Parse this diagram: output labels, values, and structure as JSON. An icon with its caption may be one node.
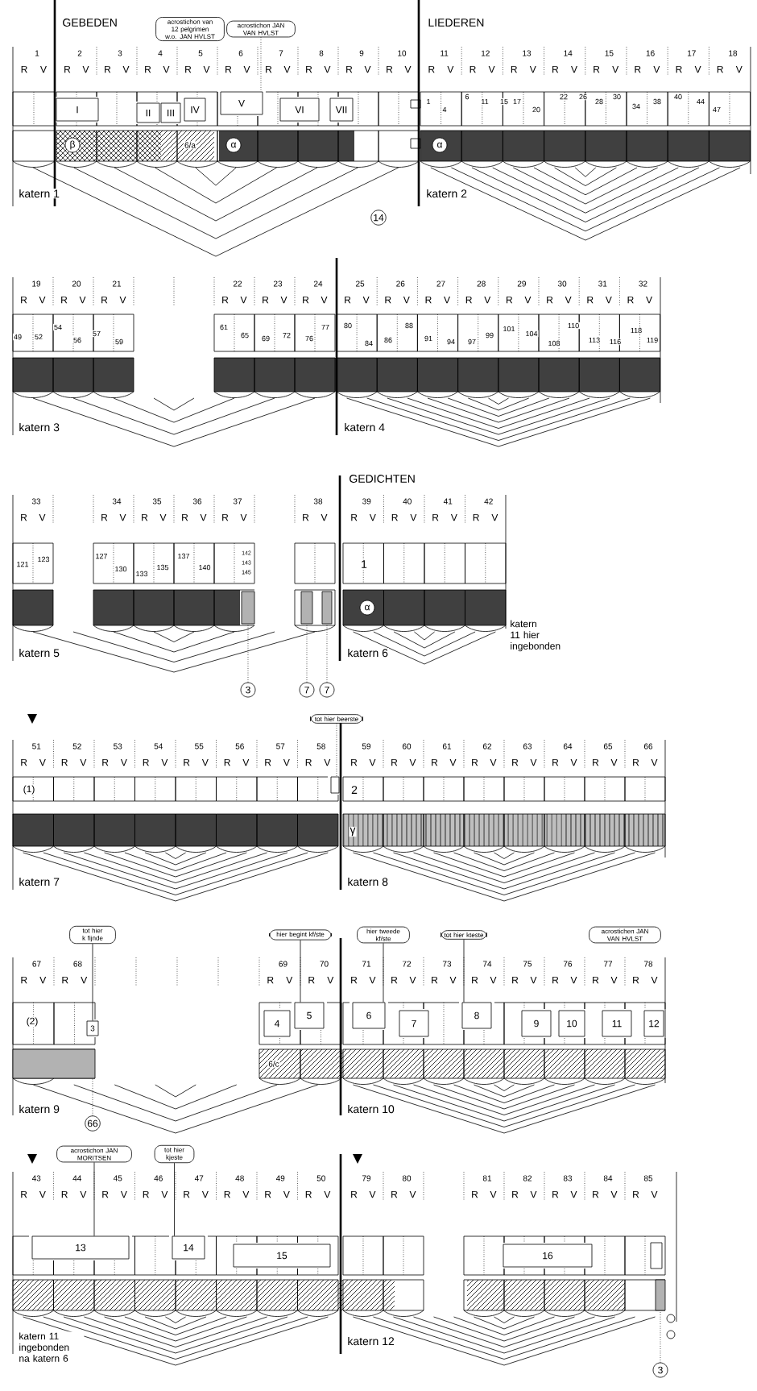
{
  "diagram": {
    "nodes": [
      {
        "text": [
          "acrostichon van 12 pelgrimen w.o. JAN HVLST"
        ]
      },
      {
        "text": [
          "acrostichon JAN VAN HVLST"
        ]
      },
      {
        "text": [
          "I"
        ]
      },
      {
        "text": [
          "II"
        ]
      },
      {
        "text": [
          "III"
        ]
      },
      {
        "text": [
          "IV"
        ]
      },
      {
        "text": [
          "V"
        ]
      },
      {
        "text": [
          "VI"
        ]
      },
      {
        "text": [
          "VII"
        ]
      },
      {
        "text": [
          "β"
        ]
      },
      {
        "text": [
          "α"
        ]
      },
      {
        "text": [
          "α"
        ]
      },
      {
        "text": [
          "14"
        ]
      },
      {
        "text": [
          "α"
        ]
      },
      {
        "text": [
          "3"
        ]
      },
      {
        "text": [
          "7"
        ]
      },
      {
        "text": [
          "7"
        ]
      },
      {
        "text": [
          "tot hier beerste"
        ]
      },
      {
        "text": [
          "tot hier k fijnde"
        ]
      },
      {
        "text": [
          "hier begint kf/ste"
        ]
      },
      {
        "text": [
          "hier tweede kf/ste"
        ]
      },
      {
        "text": [
          "tot hier kteste"
        ]
      },
      {
        "text": [
          "acrostichen JAN VAN HVLST"
        ]
      },
      {
        "text": [
          "4"
        ]
      },
      {
        "text": [
          "5"
        ]
      },
      {
        "text": [
          "6"
        ]
      },
      {
        "text": [
          "7"
        ]
      },
      {
        "text": [
          "8"
        ]
      },
      {
        "text": [
          "9"
        ]
      },
      {
        "text": [
          "10"
        ]
      },
      {
        "text": [
          "11"
        ]
      },
      {
        "text": [
          "12"
        ]
      },
      {
        "text": [
          "66"
        ]
      },
      {
        "text": [
          "acrostichon JAN MORITSEN"
        ]
      },
      {
        "text": [
          "tot hier kjeste"
        ]
      },
      {
        "text": [
          "13"
        ]
      },
      {
        "text": [
          "14"
        ]
      },
      {
        "text": [
          "15"
        ]
      },
      {
        "text": [
          "16"
        ]
      },
      {
        "text": [
          "3"
        ]
      },
      {
        "text": [],
        "shape": "box"
      },
      {
        "text": [],
        "shape": "box"
      },
      {
        "text": [],
        "shape": "box"
      },
      {
        "text": [],
        "shape": "box"
      },
      {
        "text": [
          "3"
        ]
      },
      {
        "text": [],
        "shape": "box"
      },
      {
        "text": [],
        "shape": "bar"
      }
    ],
    "edges": [
      {
        "from": 1,
        "to": 6,
        "arrow": "none",
        "style": "dashed"
      },
      {
        "from": 14,
        "to": 40,
        "arrow": "none",
        "style": "dashed"
      },
      {
        "from": 15,
        "to": 41,
        "arrow": "none",
        "style": "dashed"
      },
      {
        "from": 16,
        "to": 42,
        "arrow": "none",
        "style": "dashed"
      },
      {
        "from": 17,
        "to": 43,
        "arrow": "none",
        "style": "dashed"
      },
      {
        "from": 18,
        "to": 44,
        "arrow": "none"
      },
      {
        "from": 19,
        "to": 24,
        "arrow": "none"
      },
      {
        "from": 20,
        "to": 25,
        "arrow": "none"
      },
      {
        "from": 21,
        "to": 27,
        "arrow": "none"
      },
      {
        "from": 32,
        "to": 46,
        "arrow": "none",
        "style": "dashed"
      },
      {
        "from": 33,
        "to": 35,
        "arrow": "none"
      },
      {
        "from": 34,
        "to": 36,
        "arrow": "none"
      },
      {
        "from": 39,
        "to": 45,
        "arrow": "none",
        "style": "dashed"
      }
    ],
    "labels": [
      "1",
      "R",
      "V",
      "2",
      "R",
      "V",
      "3",
      "R",
      "V",
      "4",
      "R",
      "V",
      "5",
      "R",
      "V",
      "6",
      "R",
      "V",
      "7",
      "R",
      "V",
      "8",
      "R",
      "V",
      "9",
      "R",
      "V",
      "10",
      "R",
      "V",
      "11",
      "R",
      "V",
      "12",
      "R",
      "V",
      "13",
      "R",
      "V",
      "14",
      "R",
      "V",
      "15",
      "R",
      "V",
      "16",
      "R",
      "V",
      "17",
      "R",
      "V",
      "18",
      "R",
      "V",
      "GEBEDEN",
      "LIEDEREN",
      "1",
      "4",
      "6",
      "11",
      "15",
      "17",
      "20",
      "22",
      "26",
      "28",
      "30",
      "34",
      "38",
      "40",
      "44",
      "47",
      "6/a",
      "katern 1",
      "katern 2",
      "19",
      "R",
      "V",
      "20",
      "R",
      "V",
      "21",
      "R",
      "V",
      "22",
      "R",
      "V",
      "23",
      "R",
      "V",
      "24",
      "R",
      "V",
      "25",
      "R",
      "V",
      "26",
      "R",
      "V",
      "27",
      "R",
      "V",
      "28",
      "R",
      "V",
      "29",
      "R",
      "V",
      "30",
      "R",
      "V",
      "31",
      "R",
      "V",
      "32",
      "R",
      "V",
      "49",
      "52",
      "54",
      "56",
      "57",
      "59",
      "61",
      "65",
      "69",
      "72",
      "76",
      "77",
      "80",
      "84",
      "86",
      "88",
      "91",
      "94",
      "97",
      "99",
      "101",
      "104",
      "108",
      "110",
      "113",
      "116",
      "118",
      "119",
      "katern 3",
      "katern 4",
      "33",
      "R",
      "V",
      "34",
      "R",
      "V",
      "35",
      "R",
      "V",
      "36",
      "R",
      "V",
      "37",
      "R",
      "V",
      "38",
      "R",
      "V",
      "39",
      "R",
      "V",
      "40",
      "R",
      "V",
      "41",
      "R",
      "V",
      "42",
      "R",
      "V",
      "GEDICHTEN",
      "121",
      "123",
      "127",
      "130",
      "133",
      "135",
      "137",
      "140",
      "142",
      "143",
      "145",
      "1",
      "katern 5",
      "katern 6",
      "katern 11 hier ingebonden",
      "51",
      "R",
      "V",
      "52",
      "R",
      "V",
      "53",
      "R",
      "V",
      "54",
      "R",
      "V",
      "55",
      "R",
      "V",
      "56",
      "R",
      "V",
      "57",
      "R",
      "V",
      "58",
      "R",
      "V",
      "59",
      "R",
      "V",
      "60",
      "R",
      "V",
      "61",
      "R",
      "V",
      "62",
      "R",
      "V",
      "63",
      "R",
      "V",
      "64",
      "R",
      "V",
      "65",
      "R",
      "V",
      "66",
      "R",
      "V",
      "(1)",
      "2",
      "γ",
      "katern 7",
      "katern 8",
      "67",
      "R",
      "V",
      "68",
      "R",
      "V",
      "69",
      "R",
      "V",
      "70",
      "R",
      "V",
      "71",
      "R",
      "V",
      "72",
      "R",
      "V",
      "73",
      "R",
      "V",
      "74",
      "R",
      "V",
      "75",
      "R",
      "V",
      "76",
      "R",
      "V",
      "77",
      "R",
      "V",
      "78",
      "R",
      "V",
      "(2)",
      "6/c",
      "katern 9",
      "katern 10",
      "43",
      "R",
      "V",
      "44",
      "R",
      "V",
      "45",
      "R",
      "V",
      "46",
      "R",
      "V",
      "47",
      "R",
      "V",
      "48",
      "R",
      "V",
      "49",
      "R",
      "V",
      "50",
      "R",
      "V",
      "79",
      "R",
      "V",
      "80",
      "R",
      "V",
      "81",
      "R",
      "V",
      "82",
      "R",
      "V",
      "83",
      "R",
      "V",
      "84",
      "R",
      "V",
      "85",
      "R",
      "V",
      "katern 11 ingebonden na katern 6",
      "katern 12"
    ]
  }
}
